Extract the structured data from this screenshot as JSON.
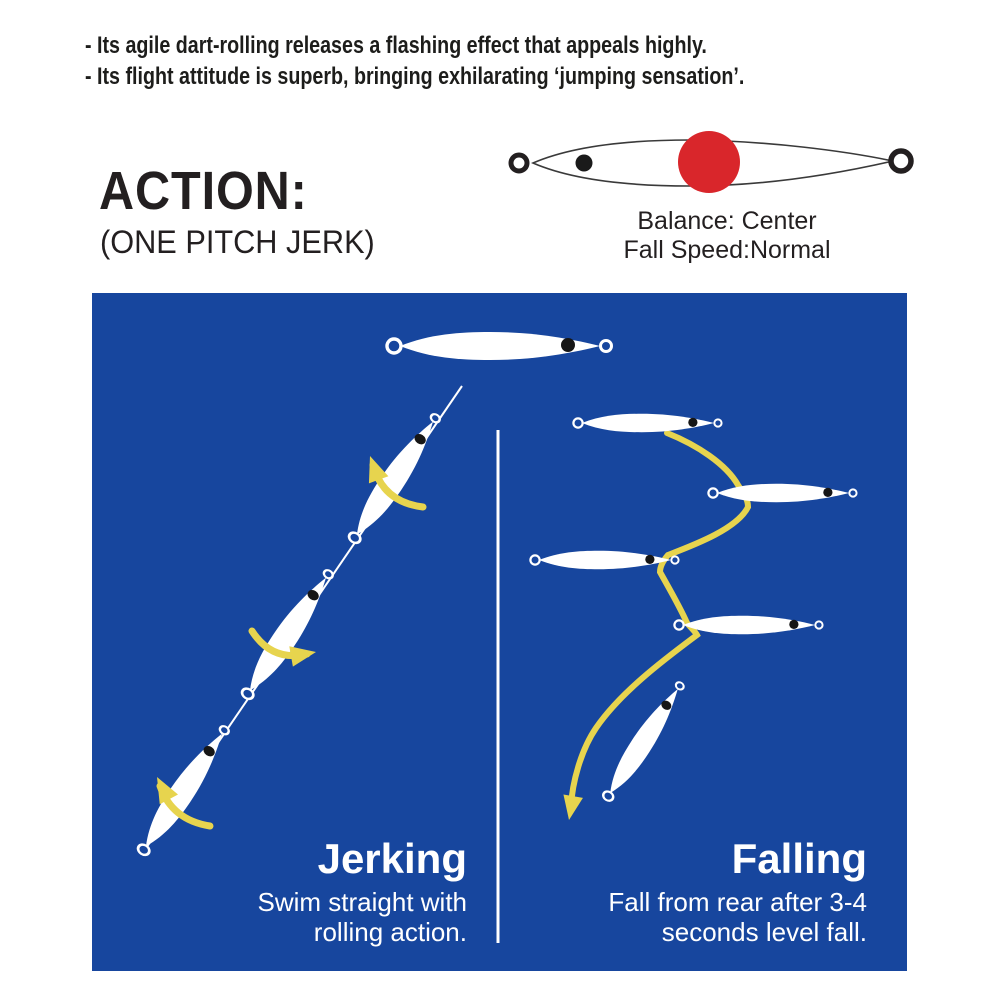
{
  "features": {
    "line1": "- Its agile dart-rolling releases a flashing effect that appeals highly.",
    "line2": "- Its flight attitude is superb, bringing exhilarating ‘jumping sensation’."
  },
  "action": {
    "title": "ACTION:",
    "subtitle": "(ONE PITCH JERK)"
  },
  "balance": {
    "line1": "Balance: Center",
    "line2": "Fall Speed:Normal"
  },
  "panel": {
    "jerking": {
      "title": "Jerking",
      "desc1": "Swim straight with",
      "desc2": "rolling action."
    },
    "falling": {
      "title": "Falling",
      "desc1": "Fall from rear after 3-4",
      "desc2": "seconds level fall."
    }
  },
  "colors": {
    "panel_blue": "#17469E",
    "arrow_yellow": "#E7D44E",
    "balance_red": "#D9262B",
    "lure_white": "#FFFFFF",
    "text_dark": "#231F20"
  },
  "icons": {
    "jig_lure": "jig-lure-icon",
    "curved_arrow": "rolling-arrow-icon",
    "fall_path": "fall-path-arrow-icon",
    "balance_dot": "balance-point-dot"
  }
}
